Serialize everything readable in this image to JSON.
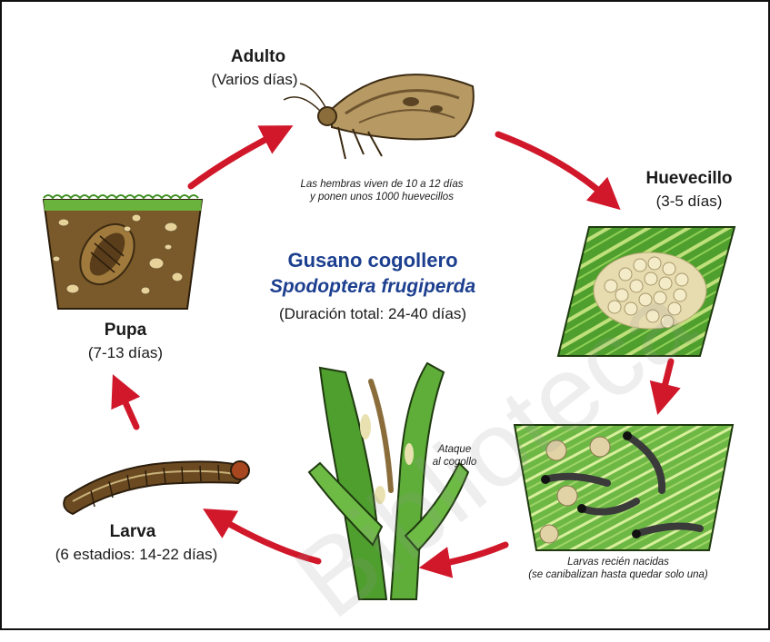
{
  "title": {
    "common_name": "Gusano cogollero",
    "scientific_name": "Spodoptera frugiperda",
    "total_duration": "(Duración total: 24-40 días)"
  },
  "stages": {
    "adult": {
      "name": "Adulto",
      "duration": "(Varios días)",
      "note_line1": "Las hembras viven de 10 a 12 días",
      "note_line2": "y ponen unos 1000 huevecillos"
    },
    "egg": {
      "name": "Huevecillo",
      "duration": "(3-5 días)"
    },
    "hatchlings": {
      "note_line1": "Larvas recién nacidas",
      "note_line2": "(se canibalizan hasta quedar solo una)"
    },
    "attack": {
      "note_line1": "Ataque",
      "note_line2": "al cogollo"
    },
    "larva": {
      "name": "Larva",
      "duration": "(6 estadios: 14-22 días)"
    },
    "pupa": {
      "name": "Pupa",
      "duration": "(7-13 días)"
    }
  },
  "colors": {
    "arrow": "#d0182a",
    "title": "#1c3f8f",
    "leaf": "#5fae3a",
    "soil": "#7a5a2a"
  },
  "watermark": "Biblioteca"
}
